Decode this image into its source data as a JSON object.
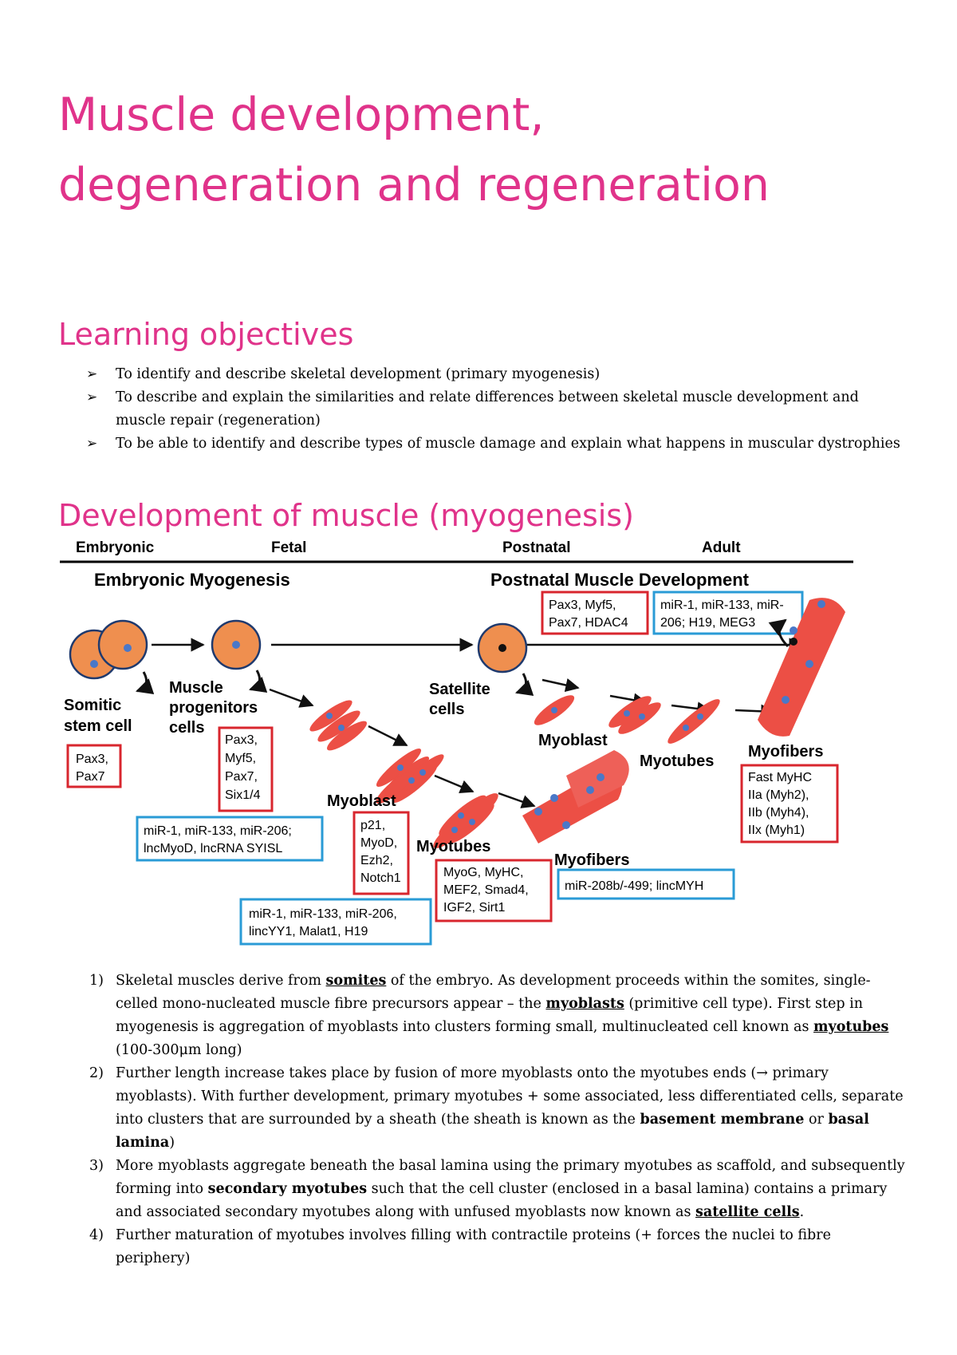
{
  "document": {
    "title": "Muscle development, degeneration and regeneration",
    "learning_objectives": {
      "heading": "Learning objectives",
      "bullet": "➢",
      "items": [
        "To identify and describe skeletal development (primary myogenesis)",
        "To describe and explain the similarities and relate differences between skeletal muscle development and muscle repair (regeneration)",
        "To be able to identify and describe types of muscle damage and explain what happens in muscular dystrophies"
      ]
    },
    "development": {
      "heading": "Development of muscle (myogenesis)"
    },
    "steps": [
      {
        "num": "1)",
        "parts": [
          {
            "t": "Skeletal muscles derive from "
          },
          {
            "t": "somites",
            "s": "bu"
          },
          {
            "t": " of the embryo. As development proceeds within the somites, single-celled mono-nucleated muscle fibre precursors appear – the "
          },
          {
            "t": "myoblasts",
            "s": "bu"
          },
          {
            "t": " (primitive cell type). First step in myogenesis is aggregation of myoblasts into clusters forming small, multinucleated cell known as "
          },
          {
            "t": "myotubes",
            "s": "bu"
          },
          {
            "t": " (100-300μm long)"
          }
        ]
      },
      {
        "num": "2)",
        "parts": [
          {
            "t": "Further length increase takes place by fusion of more myoblasts onto the myotubes ends (→ primary myoblasts). With further development, primary myotubes + some associated, less differentiated cells, separate into clusters that are surrounded by a sheath (the sheath is known as the "
          },
          {
            "t": "basement membrane",
            "s": "b"
          },
          {
            "t": " or "
          },
          {
            "t": "basal lamina",
            "s": "b"
          },
          {
            "t": ")"
          }
        ]
      },
      {
        "num": "3)",
        "parts": [
          {
            "t": "More myoblasts aggregate beneath the basal lamina using the primary myotubes as scaffold, and subsequently forming into "
          },
          {
            "t": "secondary myotubes",
            "s": "b"
          },
          {
            "t": " such that the cell cluster (enclosed in a basal lamina) contains a primary and associated secondary myotubes along with unfused myoblasts now known as "
          },
          {
            "t": "satellite cells",
            "s": "bu"
          },
          {
            "t": "."
          }
        ]
      },
      {
        "num": "4)",
        "parts": [
          {
            "t": "Further maturation of myotubes involves filling with contractile proteins (+ forces the nuclei to fibre periphery)"
          }
        ]
      }
    ]
  },
  "diagram": {
    "timeline": [
      "Embryonic",
      "Fetal",
      "Postnatal",
      "Adult"
    ],
    "embryonic_heading": "Embryonic Myogenesis",
    "postnatal_heading": "Postnatal Muscle Development",
    "labels": {
      "somitic_1": "Somitic",
      "somitic_2": "stem cell",
      "progenitors_1": "Muscle",
      "progenitors_2": "progenitors",
      "progenitors_3": "cells",
      "myoblast_emb": "Myoblast",
      "myotubes_emb": "Myotubes",
      "myofibers_emb": "Myofibers",
      "satellite_1": "Satellite",
      "satellite_2": "cells",
      "myoblast_post": "Myoblast",
      "myotubes_post": "Myotubes",
      "myofibers_post": "Myofibers"
    },
    "boxes": {
      "somitic_red": [
        "Pax3,",
        "Pax7"
      ],
      "progenitor_red": [
        "Pax3,",
        "Myf5,",
        "Pax7,",
        "Six1/4"
      ],
      "progenitor_blue": [
        "miR-1, miR-133, miR-206;",
        "lncMyoD, lncRNA SYISL"
      ],
      "myoblast_red": [
        "p21,",
        "MyoD,",
        "Ezh2,",
        "Notch1"
      ],
      "myoblast_blue": [
        "miR-1, miR-133, miR-206,",
        "lincYY1, Malat1, H19"
      ],
      "myotube_red": [
        "MyoG, MyHC,",
        "MEF2, Smad4,",
        "IGF2, Sirt1"
      ],
      "myofiber_blue": [
        "miR-208b/-499; lincMYH"
      ],
      "satellite_red": [
        "Pax3, Myf5,",
        "Pax7, HDAC4"
      ],
      "satellite_blue": [
        "miR-1, miR-133, miR-",
        "206; H19, MEG3"
      ],
      "adult_red": [
        "Fast MyHC",
        "IIa (Myh2),",
        "IIb (Myh4),",
        "IIx (Myh1)"
      ]
    },
    "colors": {
      "cell_fill": "#ef8f4f",
      "cell_stroke": "#1f3a6e",
      "nucleus": "#4a78c8",
      "muscle": "#ec4f45",
      "red_box": "#d8262e",
      "blue_box": "#2a9bd6",
      "heading_pink": "#e0338a"
    }
  }
}
